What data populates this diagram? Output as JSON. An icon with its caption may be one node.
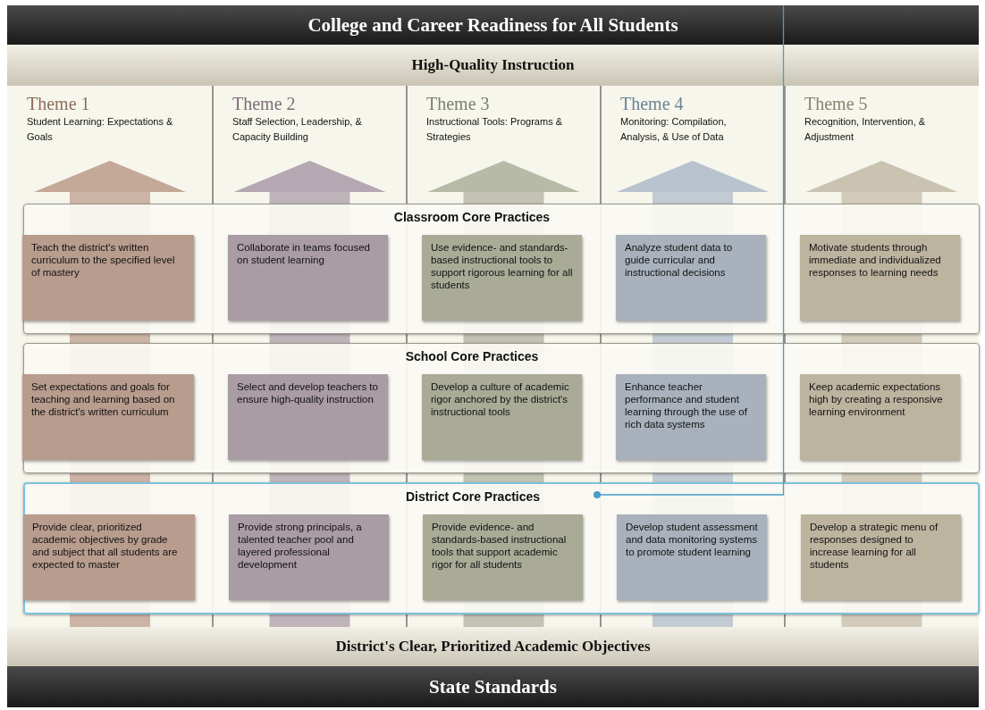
{
  "diagram": {
    "nodes": [
      {
        "text": [
          "College and Career Readiness for All Students"
        ]
      },
      {
        "text": [
          "High-Quality Instruction"
        ]
      },
      {
        "text": [
          "Theme 1",
          "Student Learning: Expectations & Goals"
        ]
      },
      {
        "text": [
          "Theme 2",
          "Staff Selection, Leadership, & Capacity Building"
        ]
      },
      {
        "text": [
          "Theme 3",
          "Instructional Tools: Programs & Strategies"
        ]
      },
      {
        "text": [
          "Theme 4",
          "Monitoring: Compilation, Analysis, & Use of Data"
        ]
      },
      {
        "text": [
          "Theme 5",
          "Recognition, Intervention, & Adjustment"
        ]
      },
      {
        "text": [
          "Classroom Core Practices"
        ]
      },
      {
        "text": [
          "Teach the district's written curriculum to the specified level of mastery"
        ],
        "in": 7
      },
      {
        "text": [
          "Collaborate in teams focused on student learning"
        ],
        "in": 7
      },
      {
        "text": [
          "Use evidence- and standards-based instructional tools to support rigorous learning for all students"
        ],
        "in": 7
      },
      {
        "text": [
          "Analyze student data to guide curricular and instructional decisions"
        ],
        "in": 7
      },
      {
        "text": [
          "Motivate students through immediate and individualized responses to learning needs"
        ],
        "in": 7
      },
      {
        "text": [
          "School Core Practices"
        ]
      },
      {
        "text": [
          "Set expectations and goals for teaching and learning based on the district's written curriculum"
        ],
        "in": 13
      },
      {
        "text": [
          "Select and develop teachers to ensure high-quality instruction"
        ],
        "in": 13
      },
      {
        "text": [
          "Develop a culture of academic rigor anchored by the district's instructional tools"
        ],
        "in": 13
      },
      {
        "text": [
          "Enhance teacher performance and student learning through the use of rich data systems"
        ],
        "in": 13
      },
      {
        "text": [
          "Keep academic expectations high by creating a responsive learning environment"
        ],
        "in": 13
      },
      {
        "text": [
          "District Core Practices"
        ]
      },
      {
        "text": [
          "Provide clear, prioritized academic objectives by grade and subject that all students are expected to master"
        ],
        "in": 19
      },
      {
        "text": [
          "Provide strong principals, a talented teacher pool and layered professional development"
        ],
        "in": 19
      },
      {
        "text": [
          "Provide evidence- and standards-based instructional tools that support academic rigor for all students"
        ],
        "in": 19
      },
      {
        "text": [
          "Develop student assessment and data monitoring systems to promote student learning"
        ],
        "in": 19
      },
      {
        "text": [
          "Develop a strategic menu of responses designed to increase learning for all students"
        ],
        "in": 19
      },
      {
        "text": [
          "District's Clear, Prioritized Academic Objectives"
        ]
      },
      {
        "text": [
          "State Standards"
        ]
      }
    ],
    "edges": [
      {
        "from": 19,
        "to": 0,
        "arrow": "other",
        "color": "#4a9cc9"
      }
    ]
  }
}
